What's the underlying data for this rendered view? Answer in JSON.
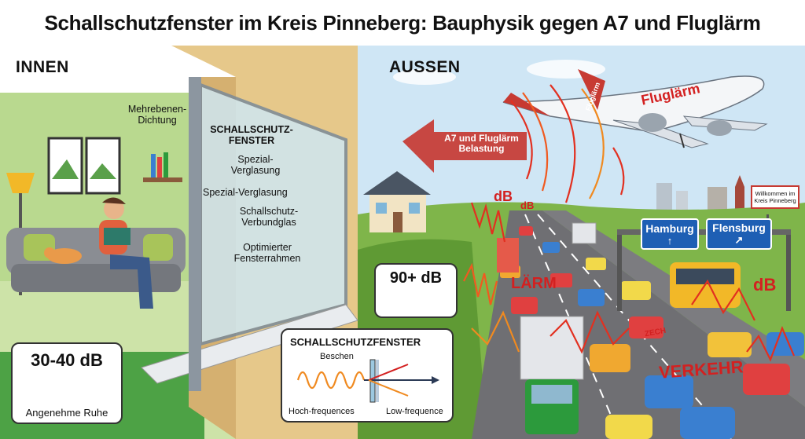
{
  "title": "Schallschutzfenster im Kreis Pinneberg: Bauphysik gegen A7 und Fluglärm",
  "inside": {
    "heading": "INNEN",
    "labels": {
      "dichtung": "Mehrebenen-Dichtung",
      "fenster": "SCHALLSCHUTZ-FENSTER",
      "spezial1": "Spezial-Verglasung",
      "spezial2": "Spezial-Verglasung",
      "verbund": "Schallschutz-Verbundglas",
      "rahmen": "Optimierter Fensterrahmen"
    },
    "meter": {
      "value": "30-40 dB",
      "caption": "Angenehme Ruhe",
      "level": 0.6
    }
  },
  "outside": {
    "heading": "AUSSEN",
    "arrow_text": "A7 und Fluglärm Belastung",
    "plane_word": "Fluglärm",
    "plane_tail": "Fluglärm",
    "meter": {
      "value": "90+ dB",
      "level": 1.0
    },
    "words": {
      "laerm": "LÄRM",
      "verkehr": "VERKEHR",
      "db1": "dB",
      "db2": "dB",
      "db3": "dB",
      "zech": "ZECH"
    },
    "signs": {
      "hamburg": "Hamburg",
      "flensburg": "Flensburg",
      "town": "Willkommen im Kreis Pinneberg"
    },
    "signs_arrows": {
      "hamburg": "↑",
      "flensburg": "↗"
    }
  },
  "diagram": {
    "title": "SCHALLSCHUTZFENSTER",
    "beschen": "Beschen",
    "hoch": "Hoch-frequences",
    "low": "Low-frequence"
  },
  "colors": {
    "wall": "#9fc97a",
    "sky": "#cfe6f5",
    "road": "#6f6f73",
    "red": "#d32020",
    "meter_green": "#2e9a3a"
  }
}
